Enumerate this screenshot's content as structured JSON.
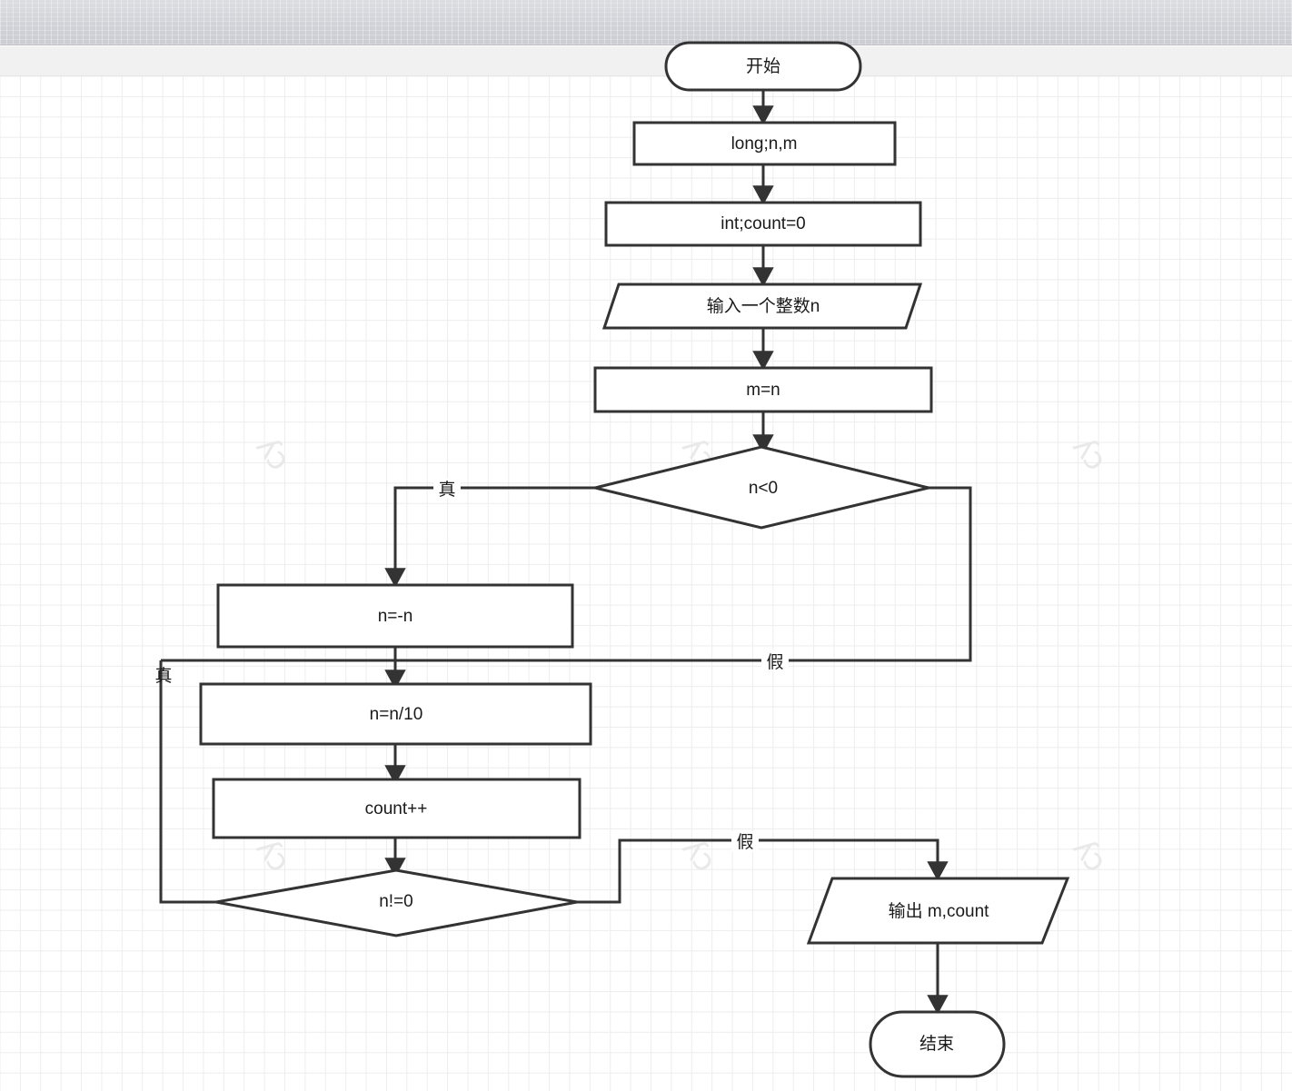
{
  "window": {
    "titlebar_label": "",
    "toolbar_label": ""
  },
  "canvas": {
    "watermark_text": "cy",
    "grid": "on",
    "background_color": "#ffffff",
    "grid_color": "#ededed",
    "stroke_color": "#333333"
  },
  "diagram": {
    "title": "",
    "type": "flowchart",
    "nodes": [
      {
        "id": "start",
        "shape": "terminator",
        "label": "开始"
      },
      {
        "id": "decl",
        "shape": "process",
        "label": "long;n,m"
      },
      {
        "id": "init",
        "shape": "process",
        "label": "int;count=0"
      },
      {
        "id": "input",
        "shape": "parallelogram",
        "label": "输入一个整数n"
      },
      {
        "id": "assign",
        "shape": "process",
        "label": "m=n"
      },
      {
        "id": "neg",
        "shape": "decision",
        "label": "n<0"
      },
      {
        "id": "negate",
        "shape": "process",
        "label": "n=-n"
      },
      {
        "id": "divide",
        "shape": "process",
        "label": "n=n/10"
      },
      {
        "id": "count",
        "shape": "process",
        "label": "count++"
      },
      {
        "id": "loop",
        "shape": "decision",
        "label": "n!=0"
      },
      {
        "id": "output",
        "shape": "parallelogram",
        "label": "输出 m,count"
      },
      {
        "id": "end",
        "shape": "terminator",
        "label": "结束"
      }
    ],
    "edge_labels": {
      "neg_true": "真",
      "neg_false": "假",
      "loop_true": "真",
      "loop_false": "假"
    }
  }
}
